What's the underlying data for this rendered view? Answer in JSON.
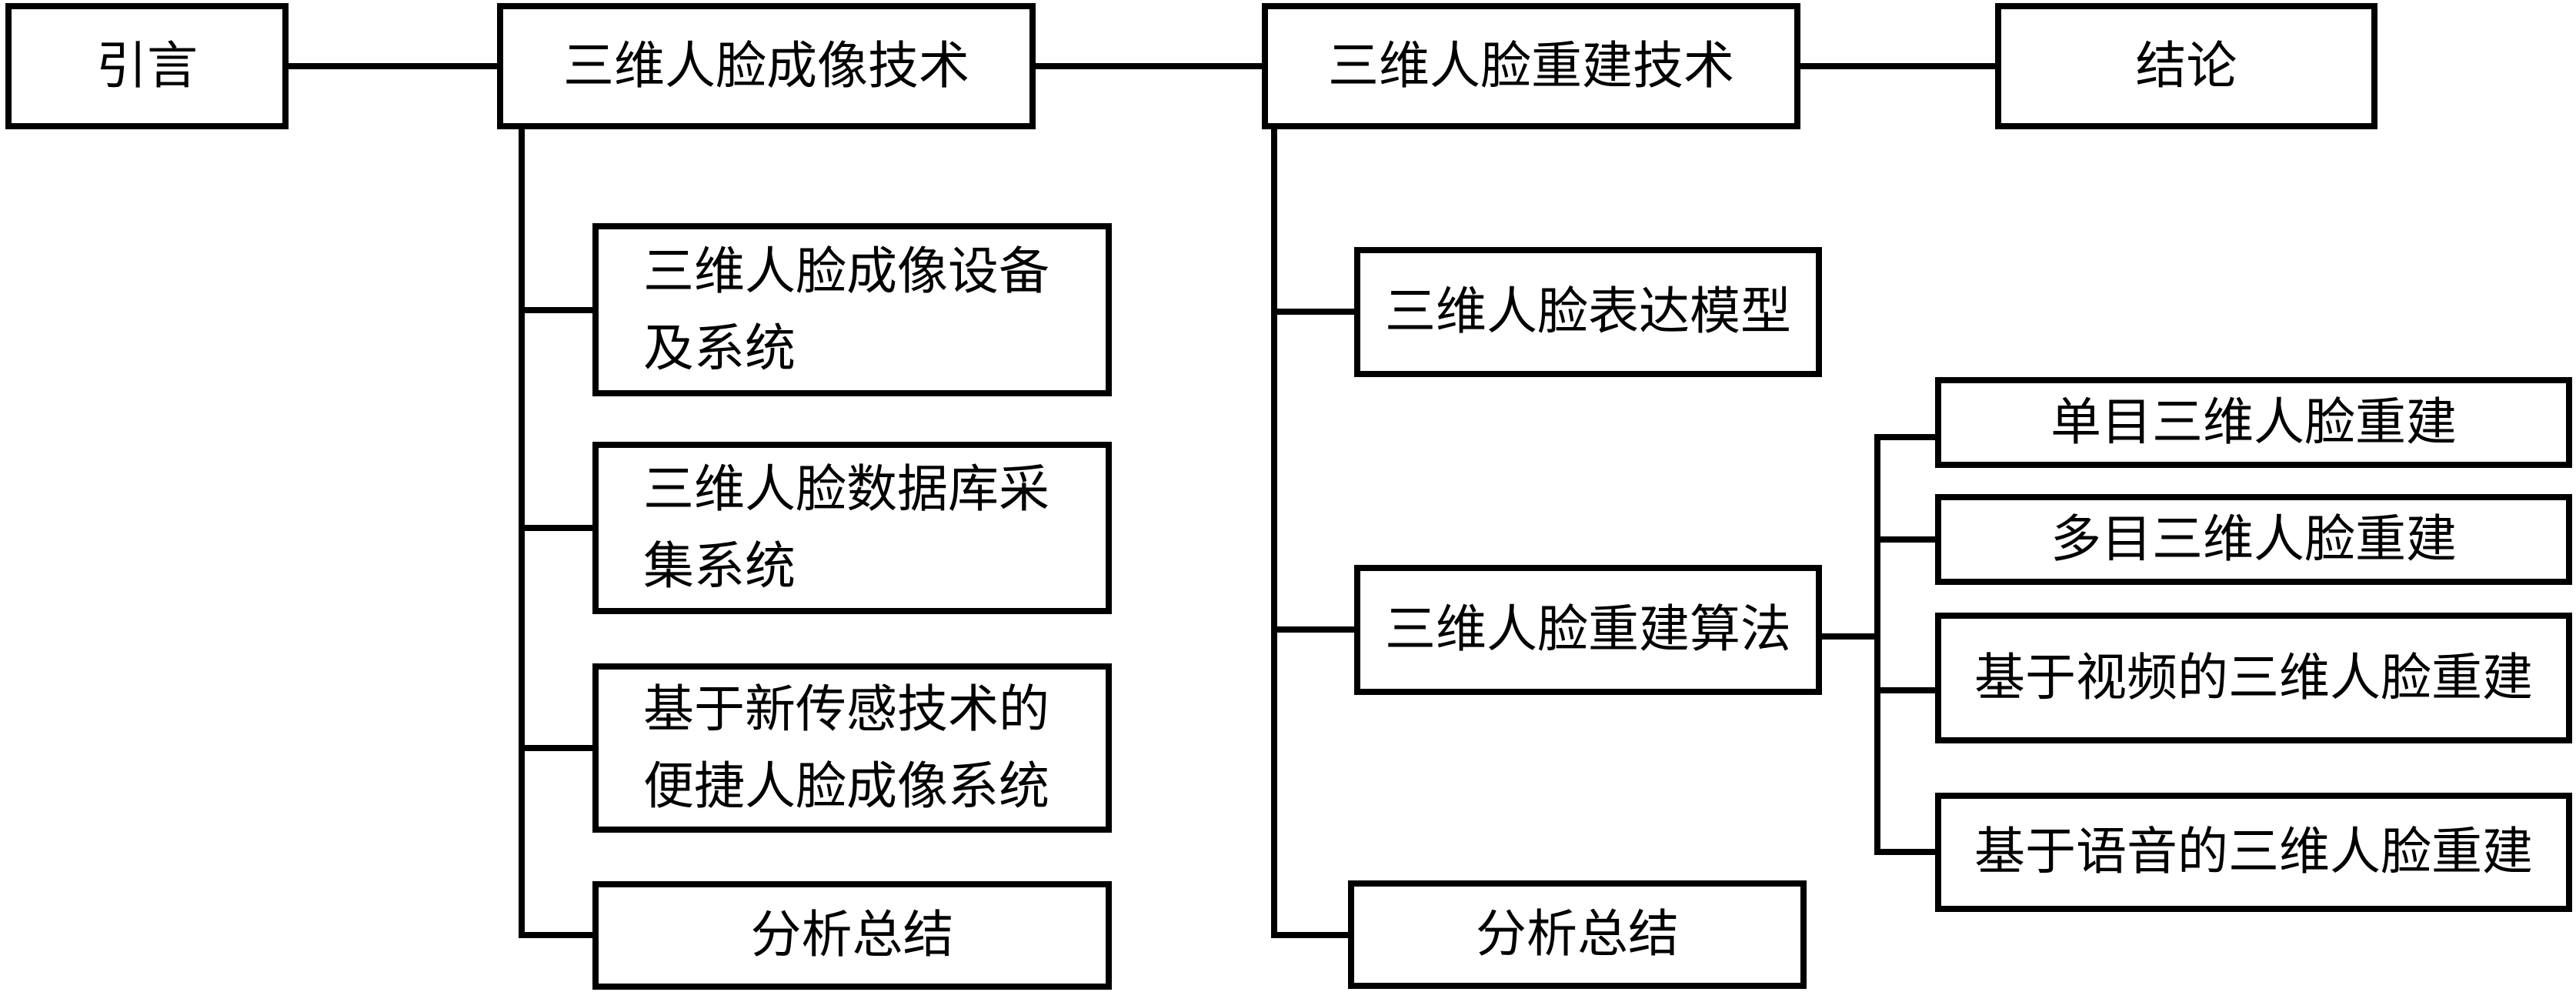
{
  "page": {
    "background": "#ffffff",
    "line_color": "#000000"
  },
  "nodes": {
    "intro": "引言",
    "imaging": "三维人脸成像技术",
    "reconstruction": "三维人脸重建技术",
    "conclusion": "结论",
    "imaging_children": [
      "三维人脸成像设备及系统",
      "三维人脸数据库采集系统",
      "基于新传感技术的便捷人脸成像系统",
      "分析总结"
    ],
    "reconstruction_children": [
      "三维人脸表达模型",
      "三维人脸重建算法",
      "分析总结"
    ],
    "algorithm_children": [
      "单目三维人脸重建",
      "多目三维人脸重建",
      "基于视频的三维人脸重建",
      "基于语音的三维人脸重建"
    ]
  }
}
